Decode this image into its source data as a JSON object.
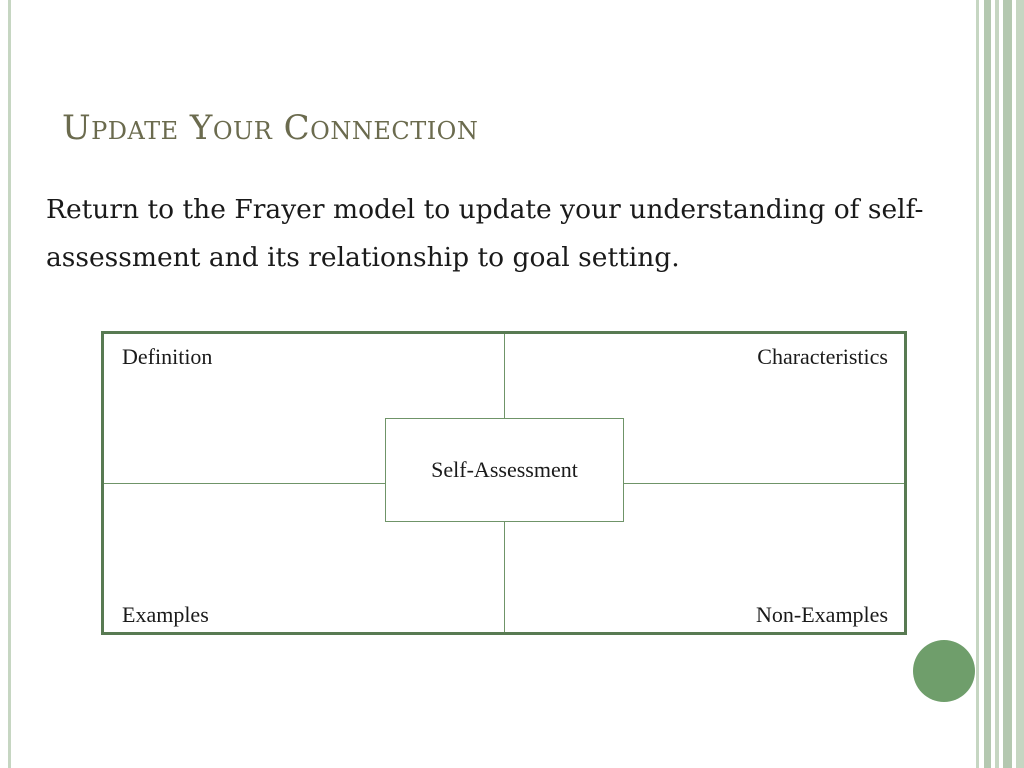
{
  "slide": {
    "title": "Update Your Connection",
    "body": "Return to the Frayer model to update your understanding of self-assessment and its relationship to goal setting."
  },
  "frayer": {
    "center": "Self-Assessment",
    "top_left": "Definition",
    "top_right": "Characteristics",
    "bottom_left": "Examples",
    "bottom_right": "Non-Examples"
  },
  "colors": {
    "title": "#6b6b4e",
    "accent_green": "#6f9e6b",
    "border_green": "#587a52",
    "stripe_light": "#c6d6c2"
  }
}
